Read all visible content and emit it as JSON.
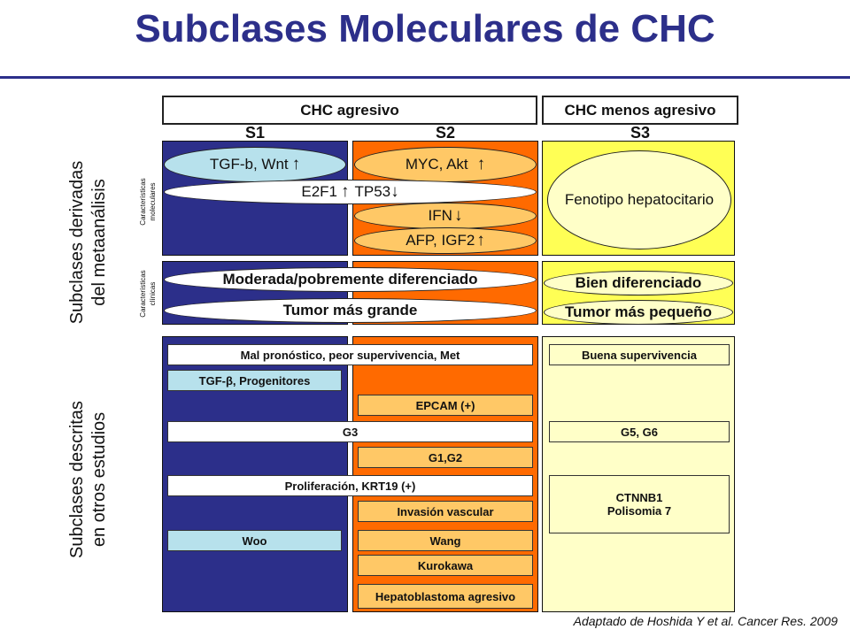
{
  "title": "Subclases Moleculares de CHC",
  "colors": {
    "title": "#2c2f8a",
    "rule": "#2c2f8a",
    "s1": "#2c2f8a",
    "s2": "#ff6a00",
    "s3": "#ffff55",
    "lightOrange": "#ffc866",
    "lightBlue": "#b7e1ec",
    "paleYellow": "#ffffc8",
    "white": "#ffffff"
  },
  "header": {
    "aggressive": "CHC agresivo",
    "less_aggressive": "CHC menos agresivo",
    "s1": "S1",
    "s2": "S2",
    "s3": "S3"
  },
  "left_labels": {
    "meta": "Subclases derivadas\ndel metaanálisis",
    "others": "Subclases descritas\nen otros estudios",
    "molecular": "Características\nmoleculares",
    "clinical": "Características\nclínicas"
  },
  "molecular": {
    "tgf_wnt": "TGF-b, Wnt",
    "myc_akt": "MYC, Akt",
    "e2f1": "E2F1",
    "tp53": "TP53",
    "ifn": "IFN",
    "afp_igf2": "AFP, IGF2",
    "hepatocyte": "Fenotipo hepatocitario",
    "up_arrow": "↑",
    "down_arrow": "↓"
  },
  "clinical": {
    "moderate": "Moderada/pobremente diferenciado",
    "bigger": "Tumor más grande",
    "well": "Bien diferenciado",
    "smaller": "Tumor más pequeño"
  },
  "other_studies": {
    "bad_prognosis": "Mal pronóstico, peor supervivencia, Met",
    "tgf_progenitors": "TGF-β, Progenitores",
    "epcam": "EPCAM (+)",
    "g3": "G3",
    "g1g2": "G1,G2",
    "proliferation": "Proliferación, KRT19 (+)",
    "vascular": "Invasión vascular",
    "woo": "Woo",
    "wang": "Wang",
    "kurokawa": "Kurokawa",
    "hepatoblastoma": "Hepatoblastoma agresivo",
    "good_survival": "Buena supervivencia",
    "g5g6": "G5, G6",
    "ctnnb1": "CTNNB1",
    "polisomia": "Polisomia 7"
  },
  "credit": "Adaptado de Hoshida Y et al. Cancer Res. 2009"
}
